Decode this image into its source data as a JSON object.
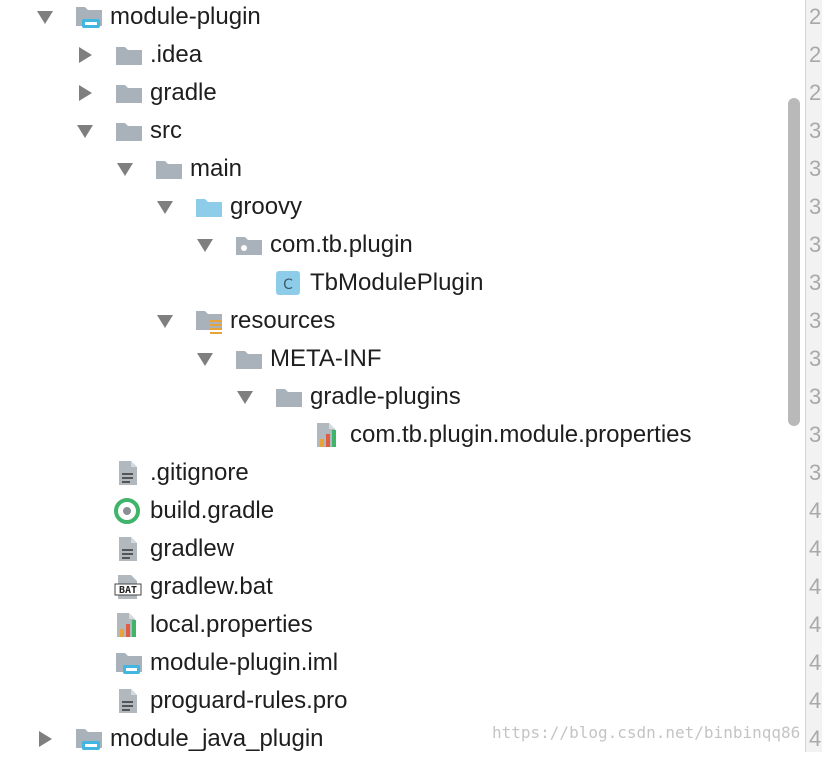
{
  "tree": [
    {
      "label": "module-plugin",
      "depth": 0,
      "arrow": "expanded",
      "icon": "module-folder-icon"
    },
    {
      "label": ".idea",
      "depth": 1,
      "arrow": "collapsed",
      "icon": "folder-icon"
    },
    {
      "label": "gradle",
      "depth": 1,
      "arrow": "collapsed",
      "icon": "folder-icon"
    },
    {
      "label": "src",
      "depth": 1,
      "arrow": "expanded",
      "icon": "folder-icon"
    },
    {
      "label": "main",
      "depth": 2,
      "arrow": "expanded",
      "icon": "folder-icon"
    },
    {
      "label": "groovy",
      "depth": 3,
      "arrow": "expanded",
      "icon": "source-folder-icon"
    },
    {
      "label": "com.tb.plugin",
      "depth": 4,
      "arrow": "expanded",
      "icon": "package-icon"
    },
    {
      "label": "TbModulePlugin",
      "depth": 5,
      "arrow": "none",
      "icon": "class-icon"
    },
    {
      "label": "resources",
      "depth": 3,
      "arrow": "expanded",
      "icon": "resources-folder-icon"
    },
    {
      "label": "META-INF",
      "depth": 4,
      "arrow": "expanded",
      "icon": "folder-icon"
    },
    {
      "label": "gradle-plugins",
      "depth": 5,
      "arrow": "expanded",
      "icon": "folder-icon"
    },
    {
      "label": "com.tb.plugin.module.properties",
      "depth": 6,
      "arrow": "none",
      "icon": "properties-file-icon"
    },
    {
      "label": ".gitignore",
      "depth": 1,
      "arrow": "none",
      "icon": "text-file-icon"
    },
    {
      "label": "build.gradle",
      "depth": 1,
      "arrow": "none",
      "icon": "gradle-file-icon"
    },
    {
      "label": "gradlew",
      "depth": 1,
      "arrow": "none",
      "icon": "text-file-icon"
    },
    {
      "label": "gradlew.bat",
      "depth": 1,
      "arrow": "none",
      "icon": "bat-file-icon"
    },
    {
      "label": "local.properties",
      "depth": 1,
      "arrow": "none",
      "icon": "properties-file-icon"
    },
    {
      "label": "module-plugin.iml",
      "depth": 1,
      "arrow": "none",
      "icon": "iml-file-icon"
    },
    {
      "label": "proguard-rules.pro",
      "depth": 1,
      "arrow": "none",
      "icon": "text-file-icon"
    },
    {
      "label": "module_java_plugin",
      "depth": 0,
      "arrow": "collapsed",
      "icon": "module-folder-icon"
    }
  ],
  "gutter_digits": [
    "2",
    "2",
    "2",
    "3",
    "3",
    "3",
    "3",
    "3",
    "3",
    "3",
    "3",
    "3",
    "3",
    "4",
    "4",
    "4",
    "4",
    "4",
    "4",
    "4"
  ],
  "watermark": "https://blog.csdn.net/binbinqq86",
  "colors": {
    "folder": "#a9b2ba",
    "source_folder": "#8dcdea",
    "class_badge": "#8dcdea",
    "module_badge": "#40b6e0",
    "arrow": "#7f7f7f",
    "gradle_green": "#40b46a"
  }
}
